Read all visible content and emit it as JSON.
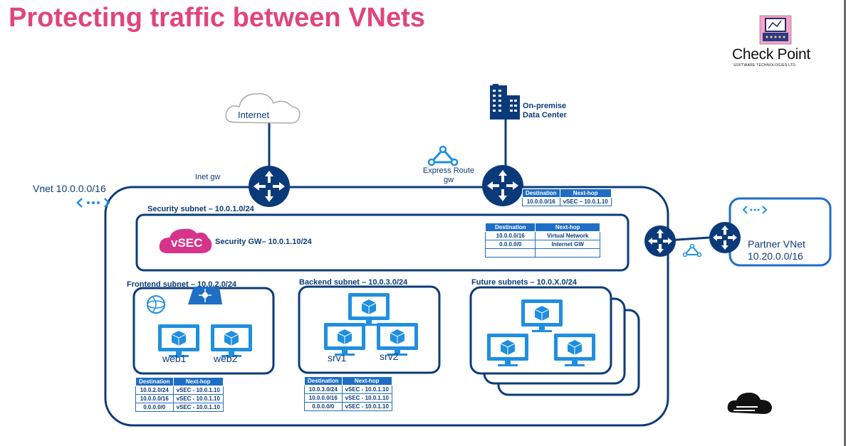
{
  "title": "Protecting traffic between VNets",
  "logo": {
    "name": "Check Point",
    "sub": "SOFTWARE TECHNOLOGIES LTD."
  },
  "colors": {
    "title": "#e0457b",
    "network": "#0c3c78",
    "router": "#0b3a7a",
    "azure_blue": "#1f8fe0"
  },
  "labels": {
    "internet": "Internet",
    "onprem": "On-premise\nData Center",
    "express_route": "Express Route\ngw",
    "inet_gw": "Inet gw",
    "vnet": "Vnet 10.0.0.0/16",
    "security_subnet": "Security subnet – 10.0.1.0/24",
    "security_gw": "Security GW– 10.0.1.10/24",
    "vsec_brand": "vSEC",
    "frontend_subnet": "Frontend subnet – 10.0.2.0/24",
    "backend_subnet": "Backend subnet – 10.0.3.0/24",
    "future_subnets": "Future subnets – 10.0.X.0/24",
    "partner_vnet": "Partner VNet\n10.20.0.0/16",
    "web1": "web1",
    "web2": "web2",
    "srv1": "srv1",
    "srv2": "srv2"
  },
  "route_tables": {
    "express": {
      "headers": [
        "Destination",
        "Next-hop"
      ],
      "rows": [
        [
          "10.0.0.0/16",
          "vSEC – 10.0.1.10"
        ]
      ]
    },
    "security": {
      "headers": [
        "Destination",
        "Next-hop"
      ],
      "rows": [
        [
          "10.0.0.0/16",
          "Virtual Network"
        ],
        [
          "0.0.0.0/0",
          "Internet GW"
        ],
        [
          "",
          ""
        ]
      ]
    },
    "frontend": {
      "headers": [
        "Destination",
        "Next-hop"
      ],
      "rows": [
        [
          "10.0.2.0/24",
          "vSEC - 10.0.1.10"
        ],
        [
          "10.0.0.0/16",
          "vSEC - 10.0.1.10"
        ],
        [
          "0.0.0.0/0",
          "vSEC - 10.0.1.10"
        ]
      ]
    },
    "backend": {
      "headers": [
        "Destination",
        "Next-hop"
      ],
      "rows": [
        [
          "10.0.3.0/24",
          "vSEC - 10.0.1.10"
        ],
        [
          "10.0.0.0/16",
          "vSEC - 10.0.1.10"
        ],
        [
          "0.0.0.0/0",
          "vSEC - 10.0.1.10"
        ]
      ]
    }
  },
  "icons": {
    "router": "router-icon",
    "vm": "virtual-machine-icon",
    "vnet": "vnet-peering-icon",
    "cloud": "cloud-icon",
    "building": "building-icon",
    "express_route": "express-route-icon",
    "load_balancer": "load-balancer-icon",
    "web_app": "web-app-icon",
    "azure": "azure-cloud-icon"
  }
}
